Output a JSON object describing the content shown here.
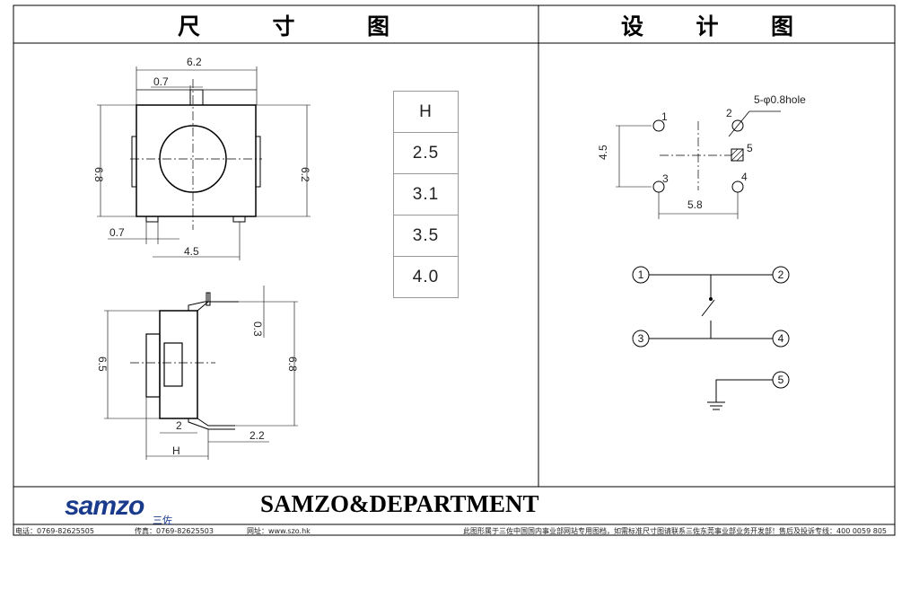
{
  "header": {
    "left_chars": [
      "尺",
      "寸",
      "图"
    ],
    "right_chars": [
      "设",
      "计",
      "图"
    ]
  },
  "top_view": {
    "width_top": "6.2",
    "pin_width": "0.7",
    "height_left": "6.8",
    "height_right": "6.2",
    "pin_width_bottom": "0.7",
    "pitch_bottom": "4.5"
  },
  "side_view": {
    "height_left": "6.5",
    "height_right": "6.8",
    "pin_thickness": "0.3",
    "body_dim": "2",
    "lead_dim": "2.2",
    "stem_dim": "H"
  },
  "h_table": {
    "header": "H",
    "rows": [
      "2.5",
      "3.1",
      "3.5",
      "4.0"
    ]
  },
  "footprint": {
    "hole_label": "5-φ0.8hole",
    "vertical_dim": "4.5",
    "horizontal_dim": "5.8",
    "pins": [
      "1",
      "2",
      "3",
      "4",
      "5"
    ]
  },
  "schematic": {
    "nodes": [
      "1",
      "2",
      "3",
      "4",
      "5"
    ]
  },
  "footer": {
    "logo_text": "samzo",
    "logo_sub": "三佐",
    "brand": "SAMZO&DEPARTMENT",
    "phone": "电话：0769-82625505",
    "fax": "传真：0769-82625503",
    "website": "网址：www.szo.hk",
    "notice": "此图形属于三佐中国国内事业部网站专用图档，如需标准尺寸图请联系三佐东莞事业部业务开发部！售后及投诉专线：400 0059 805"
  },
  "colors": {
    "line": "#000000",
    "logo_blue": "#1a3a8c"
  }
}
